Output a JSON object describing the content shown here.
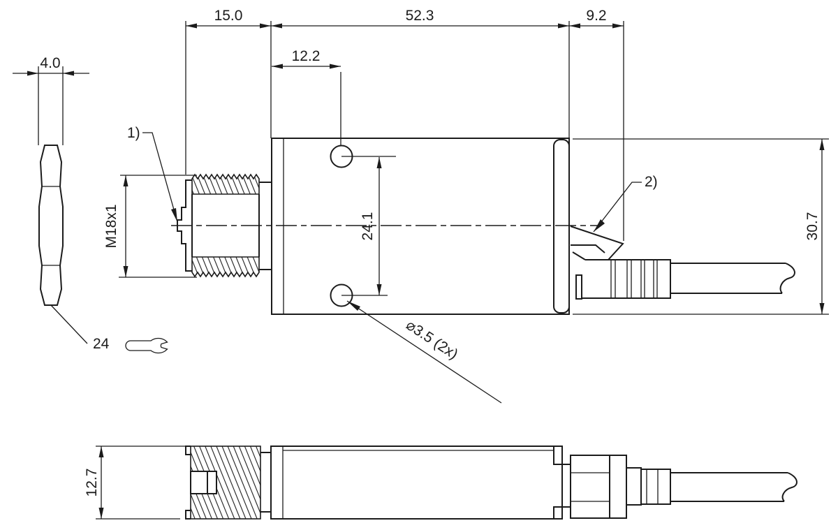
{
  "drawing": {
    "kind": "technical-dimension-drawing",
    "units_implied": "mm",
    "dims": {
      "nut_thickness": "4.0",
      "thread_length": "15.0",
      "body_length": "52.3",
      "latch_overhang": "9.2",
      "hole_offset": "12.2",
      "hole_pitch": "24.1",
      "body_height": "30.7",
      "thread_spec": "M18x1",
      "hole_diameter": "⌀3.5 (2x)",
      "body_depth": "12.7",
      "wrench_size": "24"
    },
    "callouts": {
      "one": "1)",
      "two": "2)"
    },
    "line_color": "#1b1b1b",
    "background": "#ffffff"
  }
}
